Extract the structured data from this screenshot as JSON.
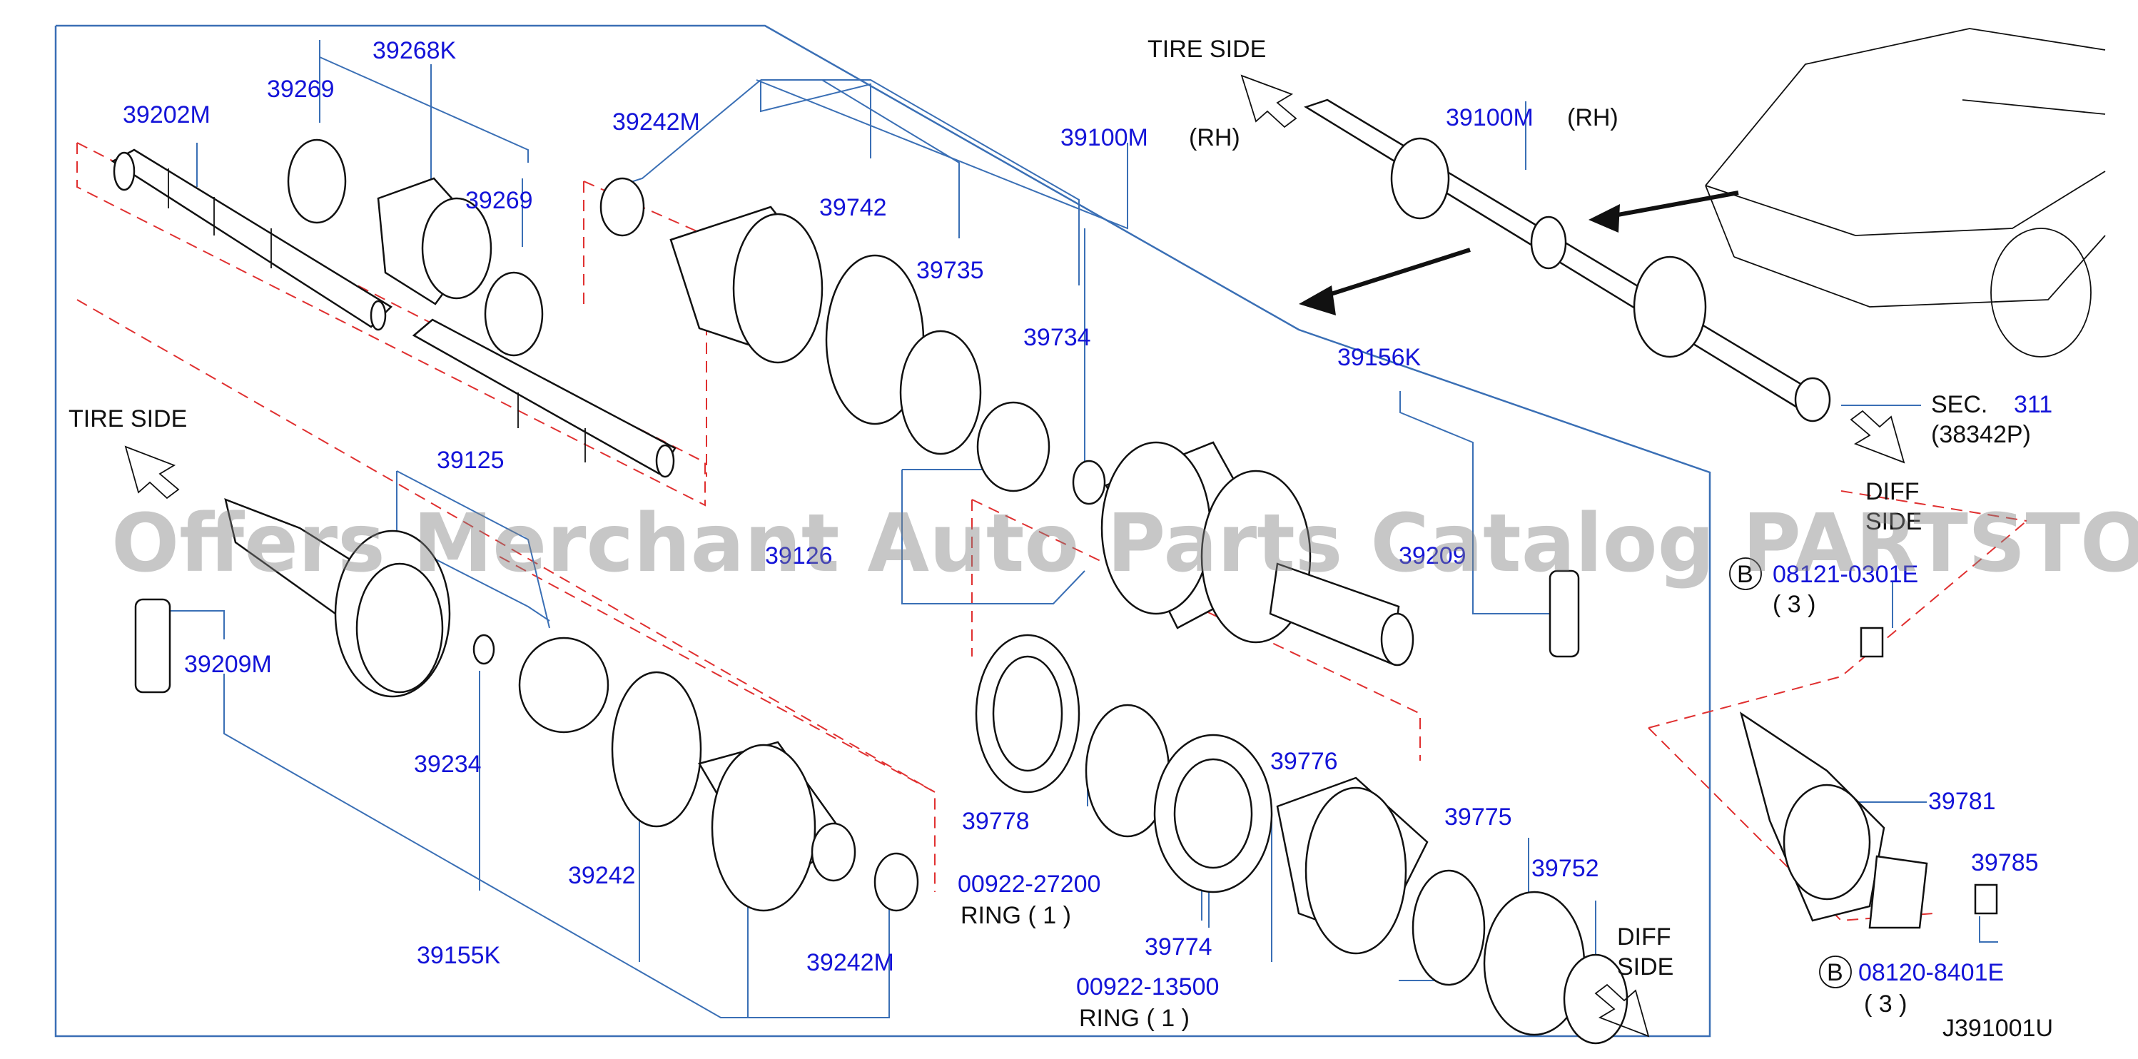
{
  "watermark": "Offers Merchant Auto Parts Catalog PARTSTORE.SA",
  "diagram_code": "J391001U",
  "directions": {
    "tire_side_top": "TIRE  SIDE",
    "tire_side_left": "TIRE  SIDE",
    "diff_side_right_line1": "DIFF",
    "diff_side_right_line2": "SIDE",
    "diff_side_bottom_line1": "DIFF",
    "diff_side_bottom_line2": "SIDE"
  },
  "parts": {
    "p39202M": "39202M",
    "p39268K": "39268K",
    "p39269a": "39269",
    "p39269b": "39269",
    "p39242M_top": "39242M",
    "p39742": "39742",
    "p39735": "39735",
    "p39734": "39734",
    "p39100M_main": "39100M",
    "p39100M_car": "39100M",
    "p39156K": "39156K",
    "p39125": "39125",
    "p39126": "39126",
    "p39209_right": "39209",
    "p39209M": "39209M",
    "p39234": "39234",
    "p39242": "39242",
    "p39155K": "39155K",
    "p39242M_bottom": "39242M",
    "p39778": "39778",
    "p00922_27200": "00922-27200",
    "p39774": "39774",
    "p39776": "39776",
    "p00922_13500": "00922-13500",
    "p39775": "39775",
    "p39752": "39752",
    "p39781": "39781",
    "p39785": "39785",
    "p08121": "08121-0301E",
    "p08120": "08120-8401E",
    "p311": "311"
  },
  "texts": {
    "rh_main": "(RH)",
    "rh_car": "(RH)",
    "ring_1": "RING  ( 1 )",
    "ring_2": "RING  ( 1 )",
    "sec": "SEC.",
    "sec_sub": "(38342P)",
    "qty_08121": "( 3 )",
    "qty_08120": "( 3 )",
    "bolt_marker_1": "B",
    "bolt_marker_2": "B"
  },
  "colors": {
    "callout_number": "#1414d8",
    "leader_line": "#3a6fb5",
    "dashed_group": "#e03030",
    "outline": "#111111"
  }
}
